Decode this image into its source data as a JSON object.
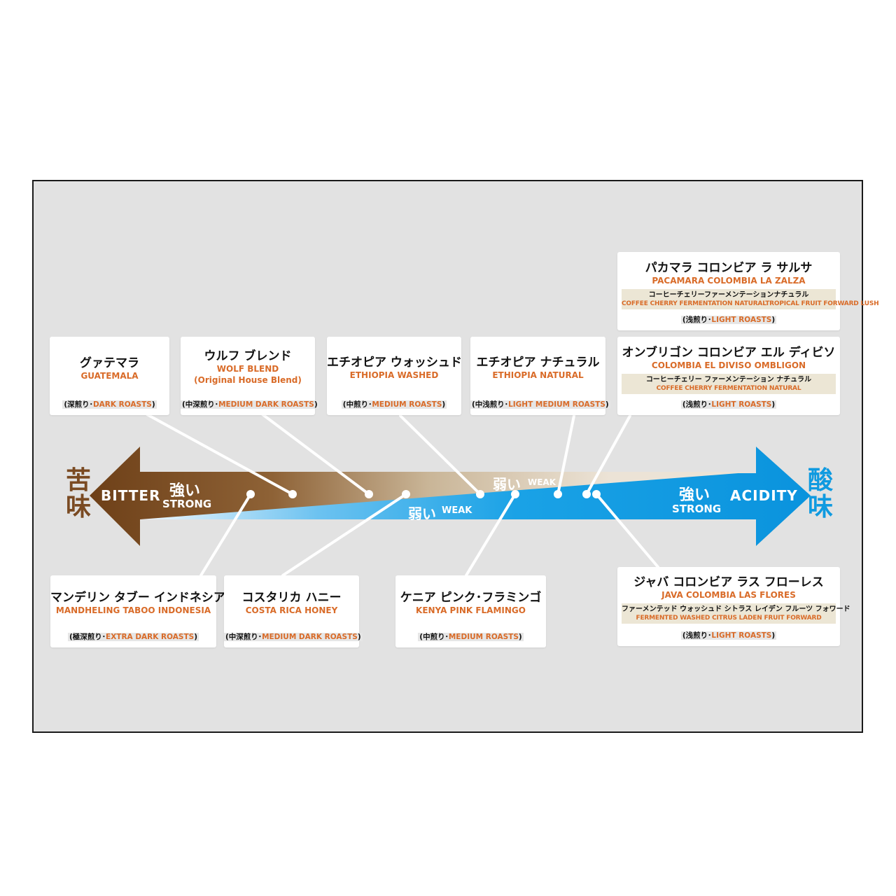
{
  "colors": {
    "bitter": "#7a4a22",
    "acidity": "#0f9ae0",
    "accent_text": "#d96b28",
    "frame_bg": "#e2e2e2",
    "desc_bg": "#ece6d5"
  },
  "side": {
    "bitter_jp": "苦\n味",
    "acidity_jp": "酸\n味"
  },
  "axis": {
    "bitter_en": "BITTER",
    "acidity_en": "ACIDITY",
    "strong_jp": "強い",
    "strong_en": "STRONG",
    "weak_jp": "弱い",
    "weak_en": "WEAK"
  },
  "cards": {
    "guatemala": {
      "jp": "グァテマラ",
      "en": "GUATEMALA",
      "roast_jp": "(深煎り･",
      "roast_en": "DARK ROASTS",
      "roast_close": ")"
    },
    "wolf": {
      "jp": "ウルフ ブレンド",
      "en": "WOLF BLEND",
      "en2": "(Original House Blend)",
      "roast_jp": "(中深煎り･",
      "roast_en": "MEDIUM DARK ROASTS",
      "roast_close": ")"
    },
    "eth_washed": {
      "jp": "エチオピア ウォッシュド",
      "en": "ETHIOPIA WASHED",
      "roast_jp": "(中煎り･",
      "roast_en": "MEDIUM ROASTS",
      "roast_close": ")"
    },
    "eth_natural": {
      "jp": "エチオピア ナチュラル",
      "en": "ETHIOPIA NATURAL",
      "roast_jp": "(中浅煎り･",
      "roast_en": "LIGHT MEDIUM ROASTS",
      "roast_close": ")"
    },
    "pacamara": {
      "jp": "パカマラ コロンビア ラ サルサ",
      "en": "PACAMARA COLOMBIA LA ZALZA",
      "desc_jp": "コーヒーチェリーファーメンテーションナチュラル",
      "desc_en": "COFFEE CHERRY FERMENTATION NATURALTROPICAL FRUIT FORWARD LUSH",
      "roast_jp": "(浅煎り･",
      "roast_en": "LIGHT ROASTS",
      "roast_close": ")"
    },
    "ombligon": {
      "jp": "オンブリゴン コロンビア エル ディビソ",
      "en": "COLOMBIA EL DIVISO OMBLIGON",
      "desc_jp": "コーヒーチェリー ファーメンテーション ナチュラル",
      "desc_en": "COFFEE CHERRY FERMENTATION NATURAL",
      "roast_jp": "(浅煎り･",
      "roast_en": "LIGHT ROASTS",
      "roast_close": ")"
    },
    "mandheling": {
      "jp": "マンデリン タブー インドネシア",
      "en": "MANDHELING TABOO INDONESIA",
      "roast_jp": "(極深煎り･",
      "roast_en": "EXTRA DARK ROASTS",
      "roast_close": ")"
    },
    "costa": {
      "jp": "コスタリカ ハニー",
      "en": "COSTA RICA HONEY",
      "roast_jp": "(中深煎り･",
      "roast_en": "MEDIUM DARK ROASTS",
      "roast_close": ")"
    },
    "kenya": {
      "jp": "ケニア ピンク･フラミンゴ",
      "en": "KENYA PINK FLAMINGO",
      "roast_jp": "(中煎り･",
      "roast_en": "MEDIUM ROASTS",
      "roast_close": ")"
    },
    "java": {
      "jp": "ジャバ コロンビア ラス フローレス",
      "en": "JAVA COLOMBIA LAS FLORES",
      "desc_jp": "ファーメンテッド ウォッシュド シトラス レイデン フルーツ フォワード",
      "desc_en": "FERMENTED WASHED CITRUS LADEN FRUIT FORWARD",
      "roast_jp": "(浅煎り･",
      "roast_en": "LIGHT ROASTS",
      "roast_close": ")"
    }
  }
}
